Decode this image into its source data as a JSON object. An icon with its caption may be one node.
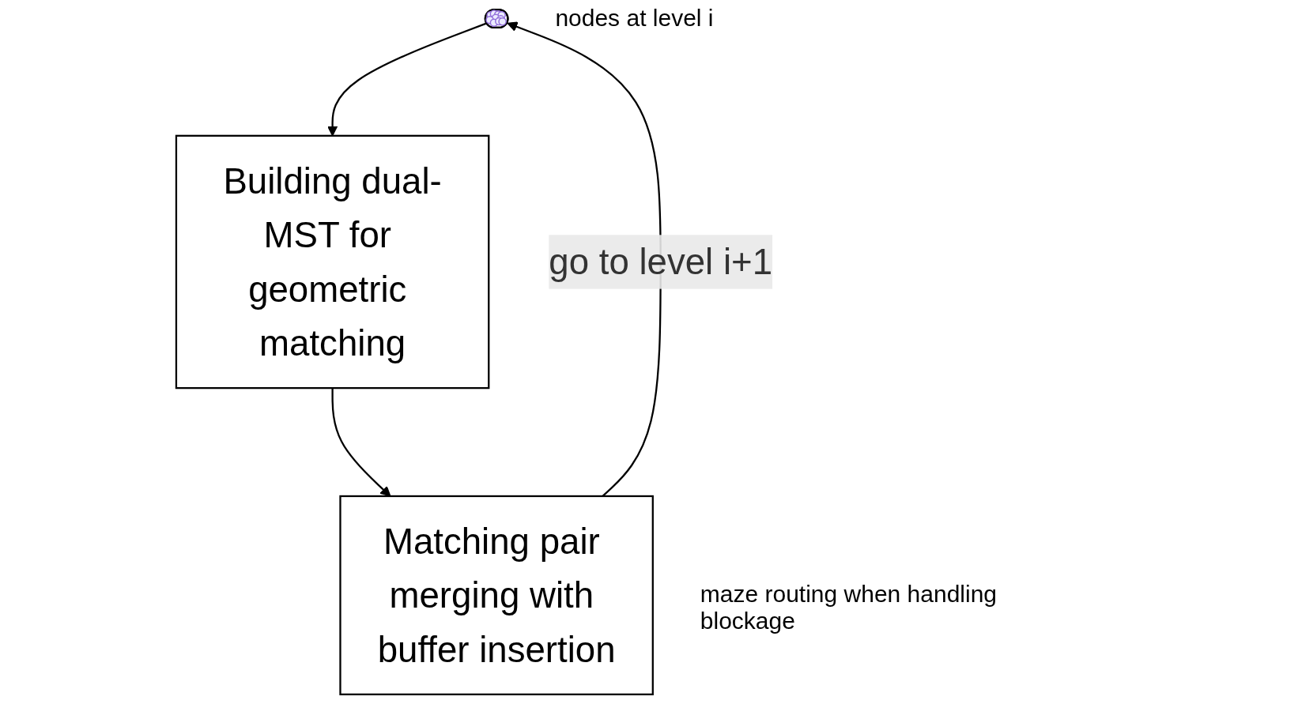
{
  "diagram": {
    "nodes": [
      {
        "text": [],
        "shape": "ellipse",
        "beside": [
          "nodes at level i"
        ]
      },
      {
        "text": [
          "Building dual-MST for geometric matching"
        ]
      },
      {
        "text": [
          "Matching pair merging with buffer insertion"
        ],
        "beside": [
          "maze routing when handling blockage"
        ]
      }
    ],
    "edges": [
      {
        "from": 0,
        "to": 1,
        "arrow": "to"
      },
      {
        "from": 1,
        "to": 2,
        "arrow": "to"
      },
      {
        "from": 2,
        "to": 0,
        "arrow": "to",
        "label": "go to level i+1"
      }
    ]
  }
}
